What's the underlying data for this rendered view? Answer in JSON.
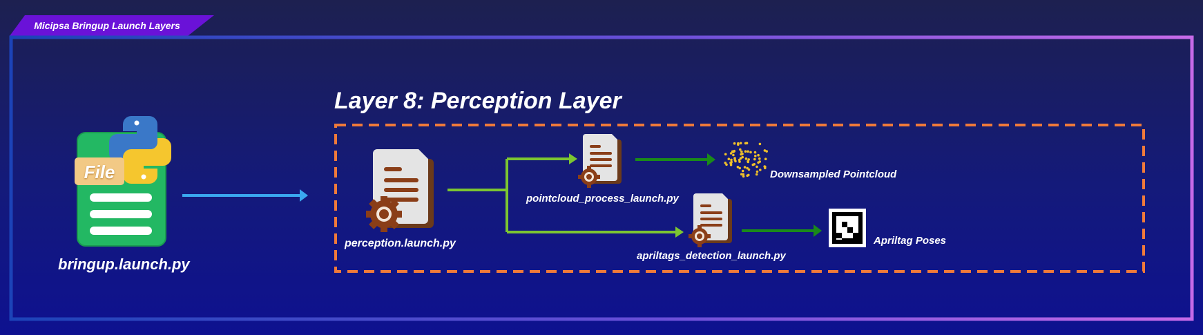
{
  "header": {
    "tab_title": "Micipsa Bringup Launch Layers"
  },
  "source": {
    "file_label": "bringup.launch.py",
    "file_badge": "File"
  },
  "layer": {
    "title": "Layer 8: Perception Layer"
  },
  "nodes": {
    "perception": "perception.launch.py",
    "pointcloud": "pointcloud_process_launch.py",
    "apriltags": "apriltags_detection_launch.py"
  },
  "outputs": {
    "pointcloud": "Downsampled Pointcloud",
    "apriltag": "Apriltag Poses"
  },
  "colors": {
    "outer_frame_start": "#1c43b8",
    "outer_frame_end": "#c66ae8",
    "layer_box_border": "#f07a3a",
    "connector_light_green": "#7cc631",
    "connector_dark_green": "#1a8a1a",
    "entry_arrow": "#3aa8f0",
    "tab_background": "#6a12d8"
  }
}
